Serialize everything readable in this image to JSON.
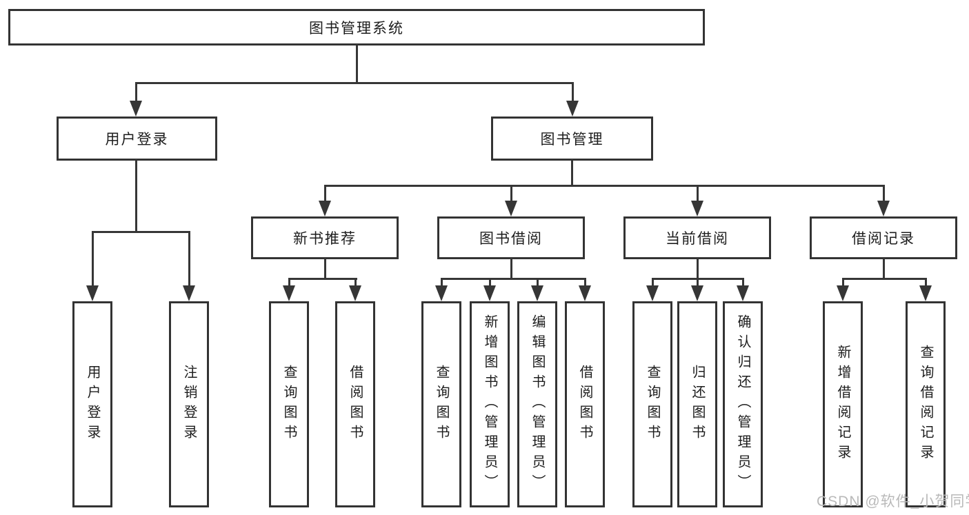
{
  "colors": {
    "line": "#363636",
    "border": "#333333",
    "text": "#1d1d1d",
    "watermark": "#b9b9b9",
    "background": "#ffffff"
  },
  "diagram": {
    "root": "图书管理系统",
    "user_login": {
      "label": "用户登录",
      "children": [
        "用户登录",
        "注销登录"
      ]
    },
    "book_management": {
      "label": "图书管理",
      "sections": [
        {
          "label": "新书推荐",
          "children": [
            "查询图书",
            "借阅图书"
          ]
        },
        {
          "label": "图书借阅",
          "children": [
            "查询图书",
            "新增图书（管理员）",
            "编辑图书（管理员）",
            "借阅图书"
          ]
        },
        {
          "label": "当前借阅",
          "children": [
            "查询图书",
            "归还图书",
            "确认归还（管理员）"
          ]
        },
        {
          "label": "借阅记录",
          "children": [
            "新增借阅记录",
            "查询借阅记录"
          ]
        }
      ]
    }
  },
  "watermark": "CSDN @软件_小贺同学"
}
